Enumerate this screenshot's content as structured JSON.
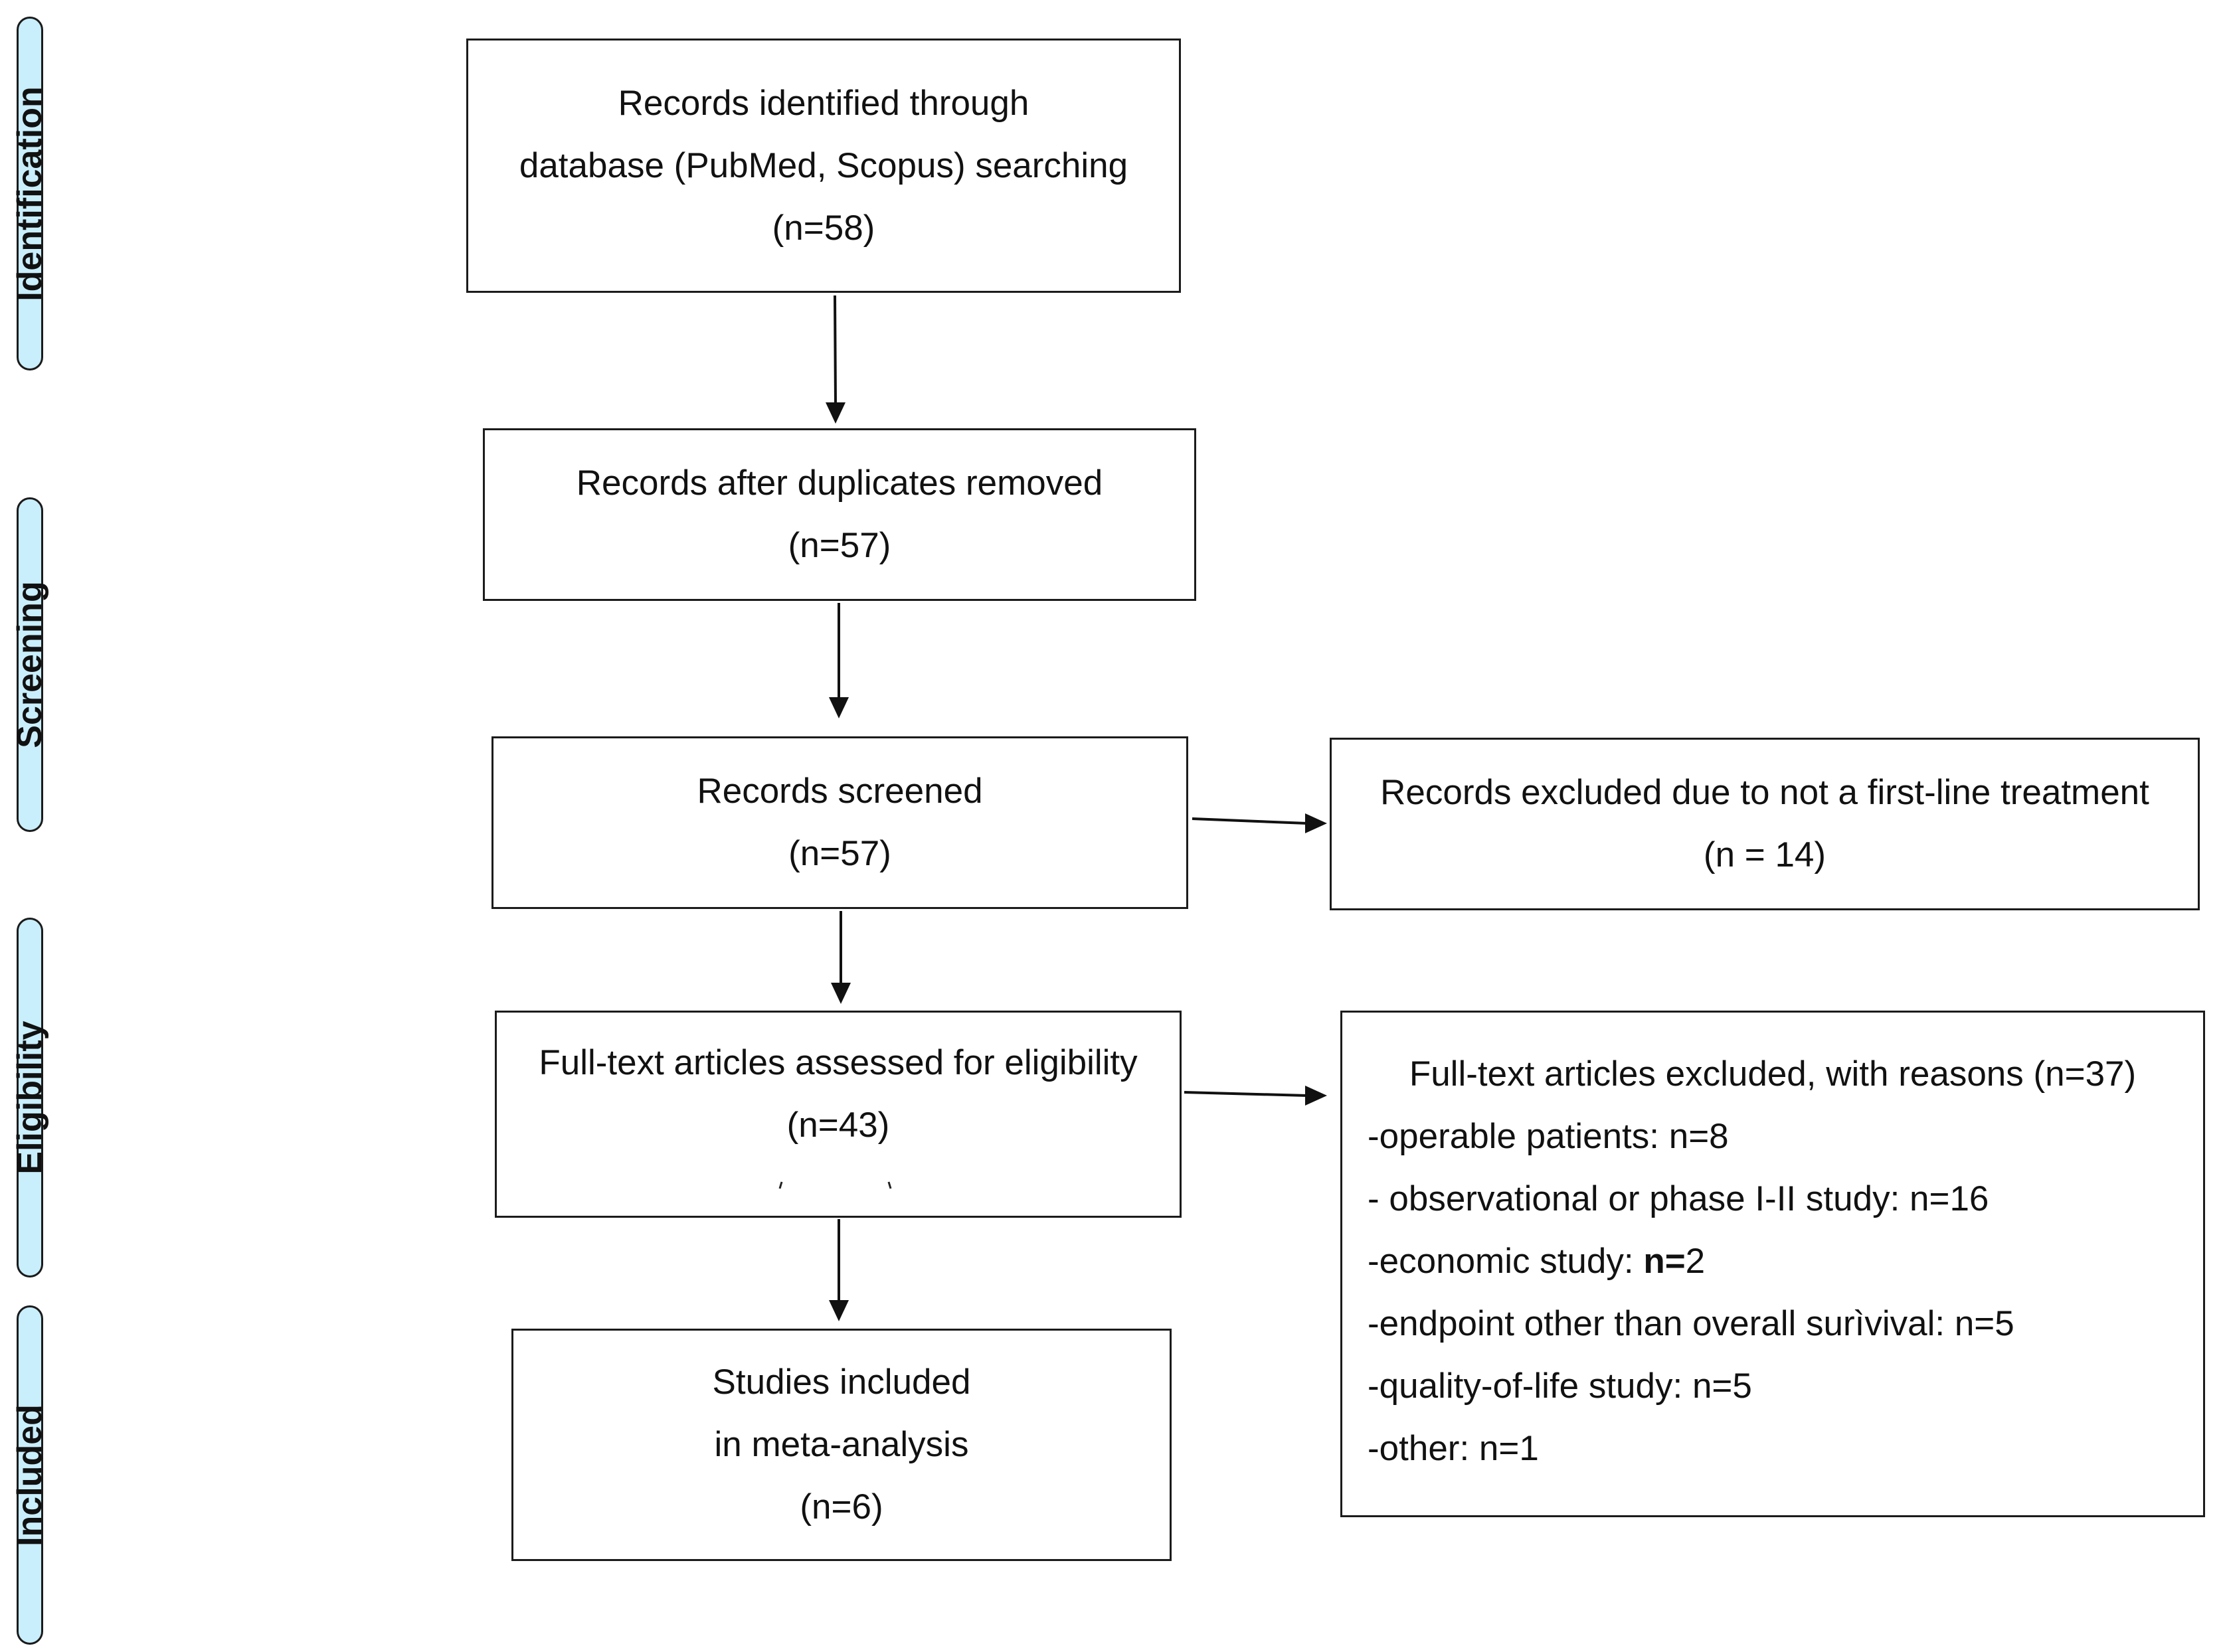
{
  "stages": {
    "identification": "Identification",
    "screening": "Screening",
    "eligibility": "Eligibility",
    "included": "Included"
  },
  "boxes": {
    "identified": {
      "line1": "Records identified through",
      "line2": "database (PubMed, Scopus) searching",
      "count": "(n=58)"
    },
    "duplicates_removed": {
      "line1": "Records after duplicates removed",
      "count": "(n=57)"
    },
    "screened": {
      "line1": "Records screened",
      "count": "(n=57)"
    },
    "excluded_screening": {
      "line1": "Records excluded due to not a first-line treatment",
      "count": "(n = 14)"
    },
    "full_text": {
      "line1": "Full-text articles assessed for eligibility",
      "count": "(n=43)"
    },
    "full_text_excluded": {
      "heading": "Full-text articles excluded, with reasons (n=37)",
      "reasons": [
        "-operable patients: n=8",
        "- observational or phase I-II study: n=16",
        "-economic study: ",
        "-endpoint other than overall surìvival: n=5",
        "-quality-of-life study: n=5",
        "-other: n=1"
      ],
      "economic_bold": "n=",
      "economic_tail": "2"
    },
    "included": {
      "line1": "Studies included",
      "line2": "in meta-analysis",
      "count": "(n=6)"
    }
  }
}
